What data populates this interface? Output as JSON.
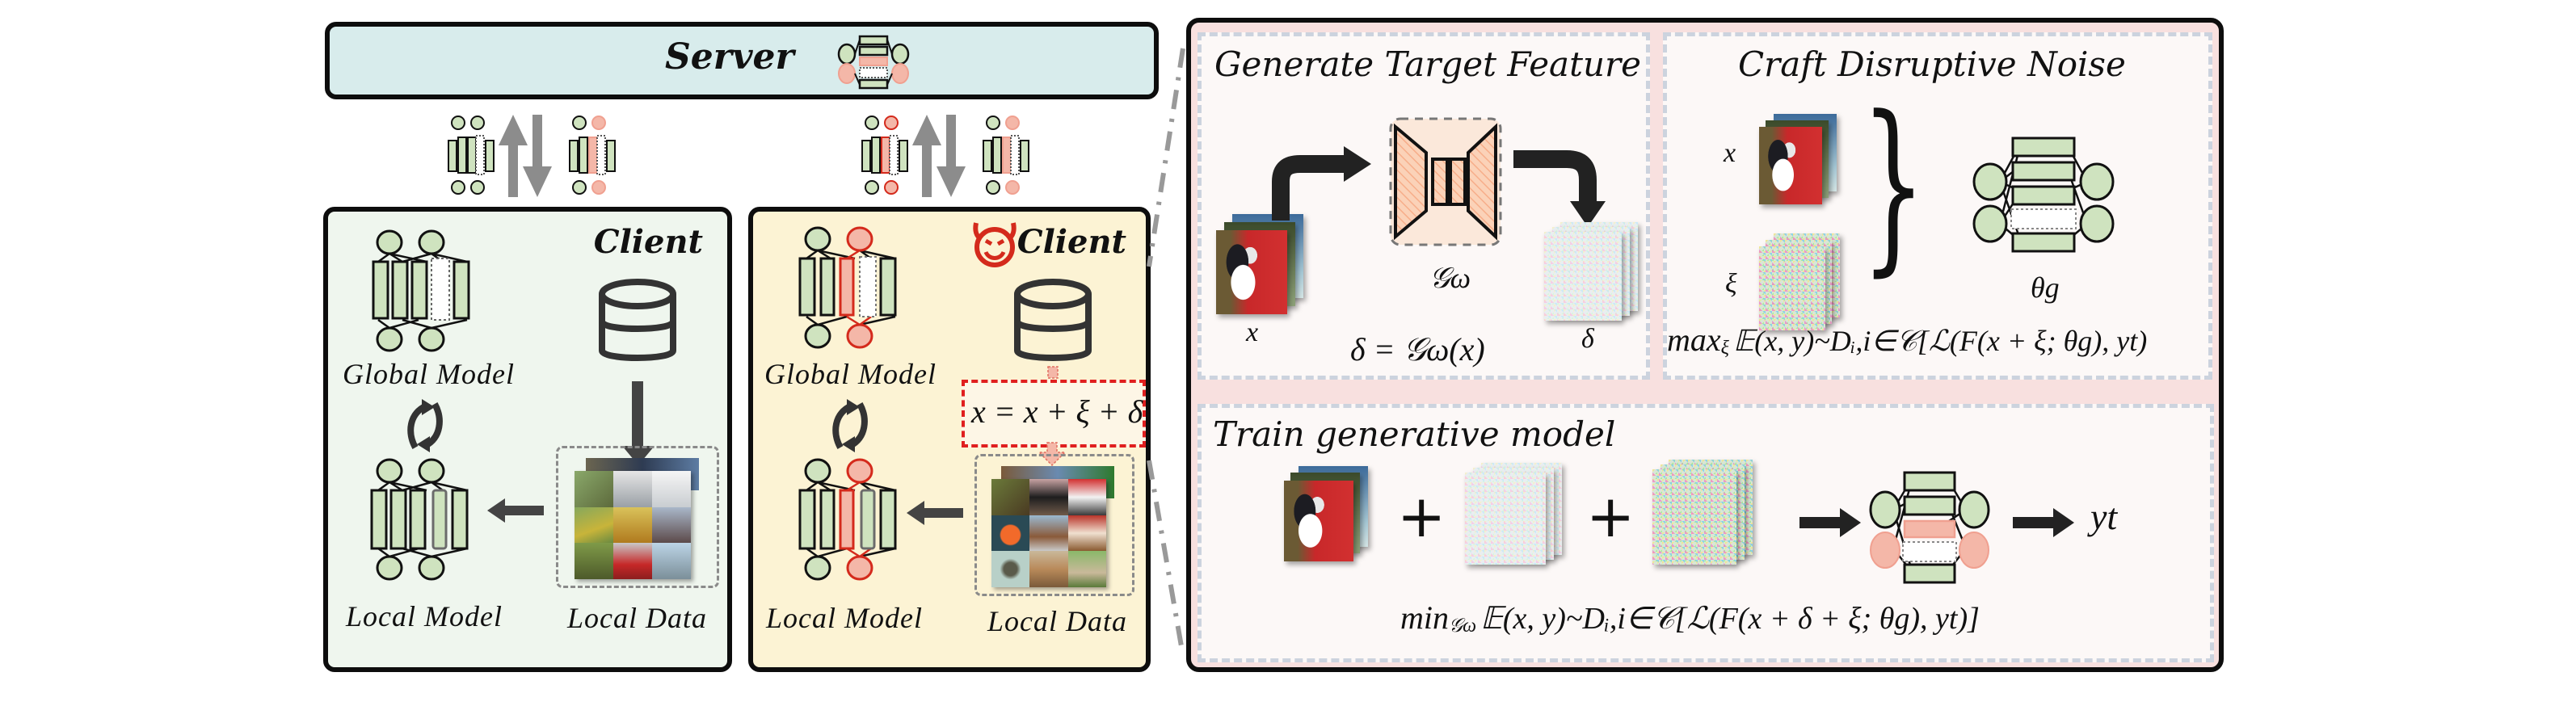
{
  "server": {
    "title": "Server"
  },
  "clients": [
    {
      "title": "Client",
      "malicious": false,
      "global_model_label": "Global Model",
      "local_model_label": "Local Model",
      "local_data_label": "Local Data"
    },
    {
      "title": "Client",
      "malicious": true,
      "icon": "devil-face-icon",
      "global_model_label": "Global Model",
      "local_model_label": "Local Model",
      "local_data_label": "Local Data",
      "poison_formula": "x = x + ξ + δ"
    }
  ],
  "generate": {
    "title": "Generate Target Feature",
    "input_label": "x",
    "generator_label": "𝒢ω",
    "output_label": "δ",
    "formula": "δ = 𝒢ω(x)"
  },
  "craft": {
    "title": "Craft Disruptive Noise",
    "input_x_label": "x",
    "input_xi_label": "ξ",
    "model_label": "θg",
    "formula_prefix": "max",
    "formula_sub": "ξ",
    "formula_body": "𝔼(x, y)~Dᵢ,i∈𝒞[ℒ(F(x + ξ; θg), yt)"
  },
  "train": {
    "title": "Train generative model",
    "plus": "+",
    "output_label": "yt",
    "formula_prefix": "min",
    "formula_sub": "𝒢ω",
    "formula_body": "𝔼(x, y)~Dᵢ,i∈𝒞[ℒ(F(x + δ + ξ; θg), yt)]"
  },
  "colors": {
    "server_bg": "#d8ecec",
    "benign_client_bg": "#eff6ee",
    "malicious_client_bg": "#fcf3d4",
    "panel_bg": "#f8e0df",
    "model_green": "#cfe3bf",
    "model_red": "#f4b7a8",
    "malicious_red": "#d42a1c",
    "arrow_gray": "#8c8c8c",
    "arrow_dark": "#2b2b2b"
  }
}
